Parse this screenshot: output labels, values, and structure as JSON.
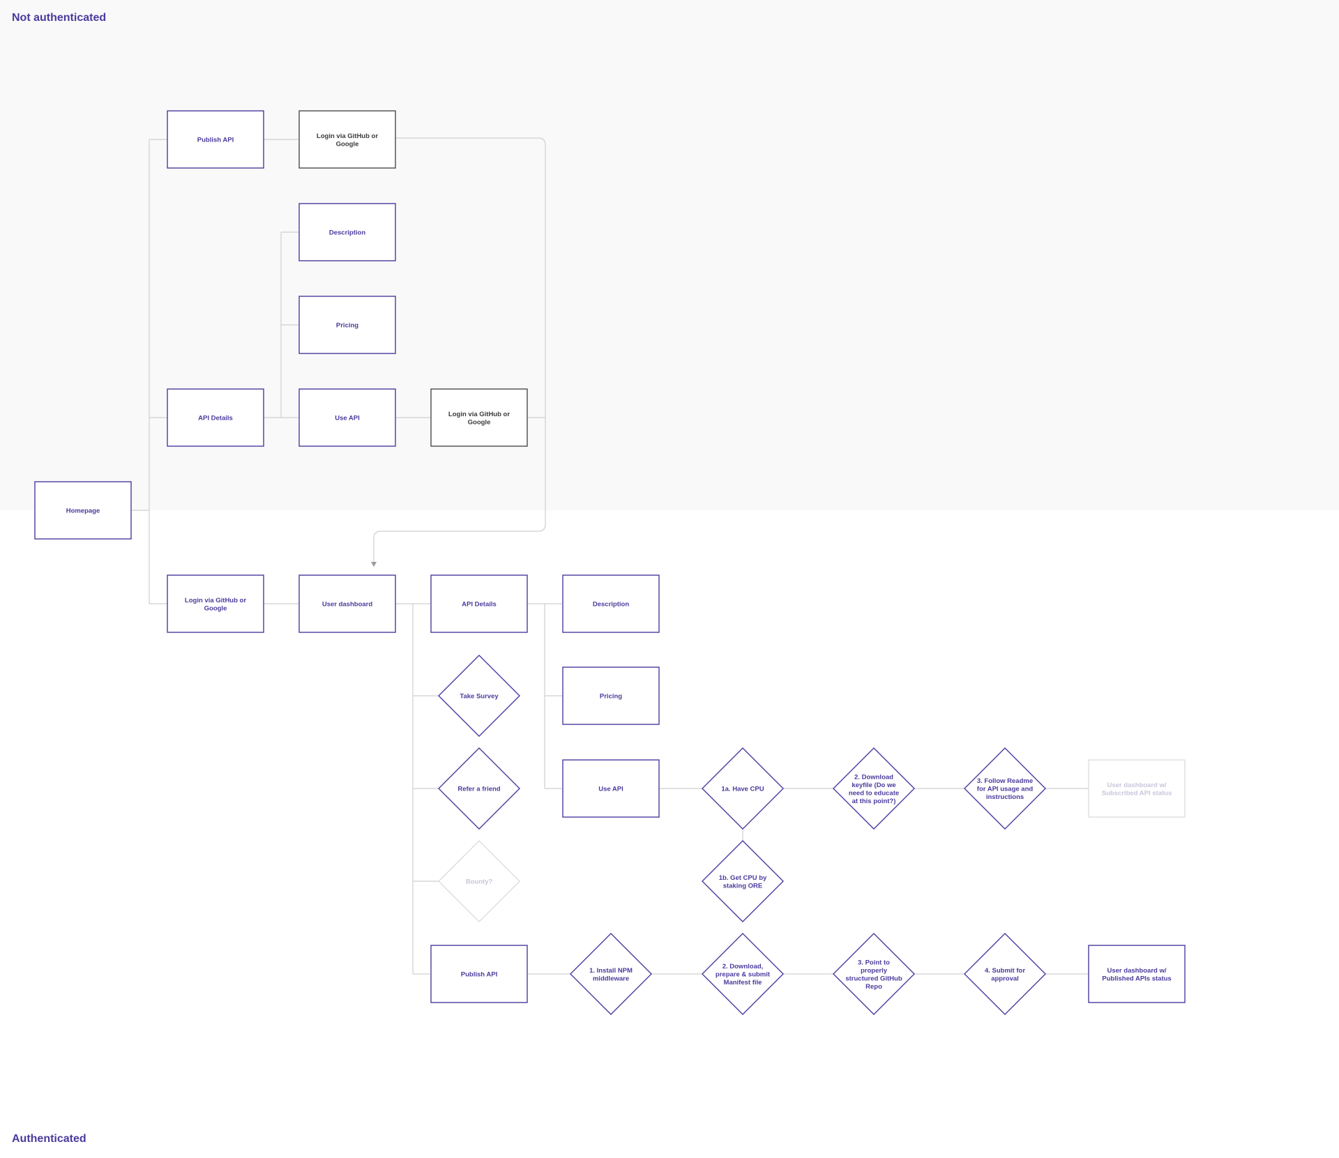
{
  "sections": {
    "unauth_label": "Not authenticated",
    "auth_label": "Authenticated"
  },
  "colors": {
    "accent": "#4b3a9c",
    "gray_node": "#4a4a4a",
    "faded": "#c9c6dc",
    "connector": "#cfcfcf",
    "top_background": "#f9f9fa"
  },
  "nodes": {
    "homepage": [
      "Homepage"
    ],
    "publish_api_unauth": [
      "Publish API"
    ],
    "login_publish_unauth": [
      "Login via GitHub or",
      "Google"
    ],
    "description_unauth": [
      "Description"
    ],
    "pricing_unauth": [
      "Pricing"
    ],
    "api_details_unauth": [
      "API Details"
    ],
    "use_api_unauth": [
      "Use API"
    ],
    "login_useapi_unauth": [
      "Login via GitHub or",
      "Google"
    ],
    "login_auth": [
      "Login via GitHub or",
      "Google"
    ],
    "user_dashboard": [
      "User dashboard"
    ],
    "api_details_auth": [
      "API Details"
    ],
    "description_auth": [
      "Description"
    ],
    "take_survey": [
      "Take Survey"
    ],
    "pricing_auth": [
      "Pricing"
    ],
    "refer_friend": [
      "Refer a friend"
    ],
    "use_api_auth": [
      "Use API"
    ],
    "have_cpu": [
      "1a. Have CPU"
    ],
    "download_keyfile": [
      "2. Download",
      "keyfile (Do we",
      "need to educate",
      "at this point?)"
    ],
    "follow_readme": [
      "3. Follow Readme",
      "for API usage and",
      "instructions"
    ],
    "dashboard_subscribed": [
      "User dashboard w/",
      "Subscribed API status"
    ],
    "bounty": [
      "Bounty?"
    ],
    "get_cpu": [
      "1b. Get CPU by",
      "staking ORE"
    ],
    "publish_api_auth": [
      "Publish API"
    ],
    "install_npm": [
      "1. Install NPM",
      "middleware"
    ],
    "download_manifest": [
      "2. Download,",
      "prepare & submit",
      "Manifest file"
    ],
    "point_repo": [
      "3. Point to",
      "properly",
      "structured GitHub",
      "Repo"
    ],
    "submit_approval": [
      "4. Submit for",
      "approval"
    ],
    "dashboard_published": [
      "User dashboard w/",
      "Published APIs status"
    ]
  }
}
